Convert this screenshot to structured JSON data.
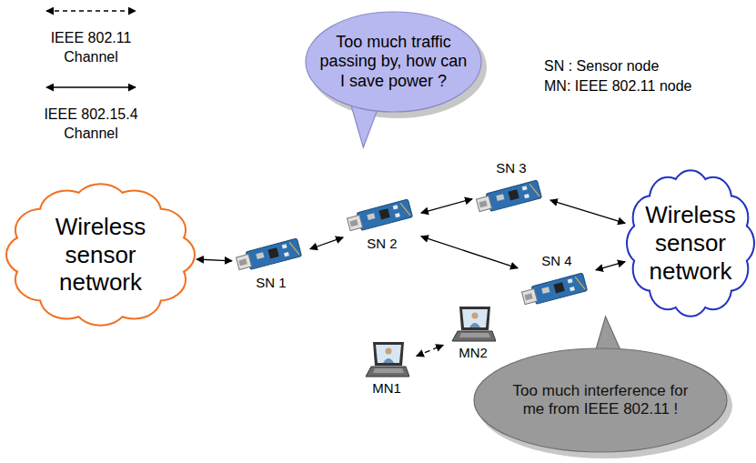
{
  "diagram": {
    "nodes": [
      {
        "text": [
          "Wireless sensor network"
        ]
      },
      {
        "text": [
          "SN 1"
        ]
      },
      {
        "text": [
          "Too much traffic passing by, how can I save power ?"
        ]
      },
      {
        "text": [
          "SN 2"
        ]
      },
      {
        "text": [
          "SN 3"
        ]
      },
      {
        "text": [
          "SN 4"
        ]
      },
      {
        "text": [
          "Wireless sensor network"
        ]
      },
      {
        "text": [
          "MN1"
        ]
      },
      {
        "text": [
          "MN2"
        ]
      },
      {
        "text": [
          "Too much interference for me from IEEE 802.11 !"
        ]
      }
    ],
    "edges": [
      {
        "from": 0,
        "to": 1,
        "arrow": "both"
      },
      {
        "from": 1,
        "to": 3,
        "arrow": "both"
      },
      {
        "from": 3,
        "to": 4,
        "arrow": "both"
      },
      {
        "from": 3,
        "to": 5,
        "arrow": "both"
      },
      {
        "from": 4,
        "to": 6,
        "arrow": "both"
      },
      {
        "from": 5,
        "to": 6,
        "arrow": "both"
      },
      {
        "from": 7,
        "to": 8,
        "arrow": "both"
      }
    ],
    "labels": [
      "SN : Sensor node",
      "MN: IEEE 802.11 node"
    ],
    "legend": [
      {
        "text": "IEEE 802.11 Channel"
      },
      {
        "text": "IEEE 802.15.4 Channel"
      }
    ]
  }
}
